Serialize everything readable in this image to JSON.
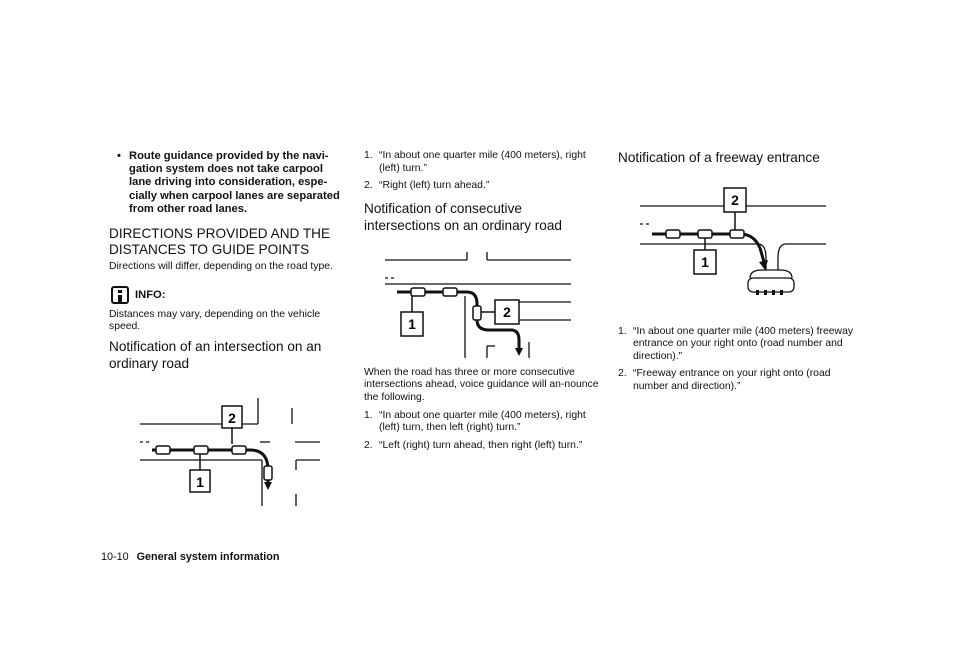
{
  "col1": {
    "bullet_text": "Route guidance provided by the navi-gation system does not take carpool lane driving into consideration, espe-cially when carpool lanes are separated from other road lanes.",
    "heading_directions": "DIRECTIONS PROVIDED AND THE DISTANCES TO GUIDE POINTS",
    "directions_text": "Directions will differ, depending on the road type.",
    "info_label": "INFO:",
    "info_text": "Distances may vary, depending on the vehicle speed.",
    "heading_intersection": "Notification of an intersection on an ordinary road"
  },
  "col2": {
    "steps": [
      {
        "num": "1.",
        "text": "“In about one quarter mile (400 meters), right (left) turn.”"
      },
      {
        "num": "2.",
        "text": "“Right (left) turn ahead.”"
      }
    ],
    "heading_consecutive": "Notification of consecutive intersections on an ordinary road",
    "consecutive_text": "When the road has three or more consecutive intersections ahead, voice guidance will an-nounce the following.",
    "steps2": [
      {
        "num": "1.",
        "text": "“In about one quarter mile (400 meters), right (left) turn, then left (right) turn.”"
      },
      {
        "num": "2.",
        "text": "“Left (right) turn ahead, then right (left) turn.”"
      }
    ]
  },
  "col3": {
    "heading_freeway": "Notification of a freeway entrance",
    "steps": [
      {
        "num": "1.",
        "text": "“In about one quarter mile (400 meters) freeway entrance on your right onto (road number and direction).”"
      },
      {
        "num": "2.",
        "text": "“Freeway entrance on your right onto (road number and direction).”"
      }
    ]
  },
  "diagrams": {
    "label_1": "1",
    "label_2": "2"
  },
  "footer": {
    "page_number": "10-10",
    "section": "General system information"
  }
}
